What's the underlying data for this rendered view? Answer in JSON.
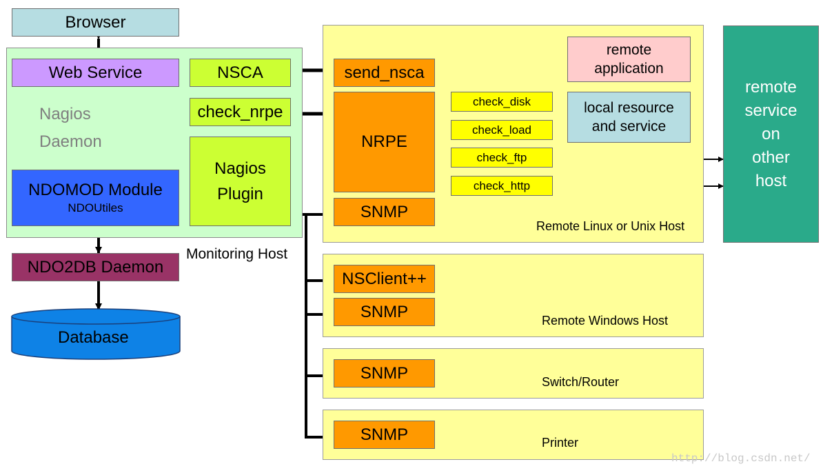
{
  "monitoring_host": {
    "browser": "Browser",
    "web_service": "Web Service",
    "nagios_daemon_line1": "Nagios",
    "nagios_daemon_line2": "Daemon",
    "nsca": "NSCA",
    "check_nrpe": "check_nrpe",
    "nagios_plugin_line1": "Nagios",
    "nagios_plugin_line2": "Plugin",
    "ndomod_module": "NDOMOD Module",
    "ndoutils": "NDOUtiles",
    "label": "Monitoring Host",
    "ndo2db_daemon": "NDO2DB Daemon",
    "database": "Database"
  },
  "linux_host": {
    "send_nsca": "send_nsca",
    "remote_application_line1": "remote",
    "remote_application_line2": "application",
    "nrpe": "NRPE",
    "check_disk": "check_disk",
    "check_load": "check_load",
    "check_ftp": "check_ftp",
    "check_http": "check_http",
    "local_resource_line1": "local resource",
    "local_resource_line2": "and service",
    "snmp": "SNMP",
    "label": "Remote Linux or Unix Host"
  },
  "remote_service": {
    "line1": "remote",
    "line2": "service",
    "line3": "on",
    "line4": "other",
    "line5": "host"
  },
  "windows_host": {
    "nsclient": "NSClient++",
    "snmp": "SNMP",
    "label": "Remote Windows Host"
  },
  "switch_router": {
    "snmp": "SNMP",
    "label": "Switch/Router"
  },
  "printer": {
    "snmp": "SNMP",
    "label": "Printer"
  },
  "watermark": "http://blog.csdn.net/",
  "colors": {
    "browser": "#b6dde2",
    "monitoring_panel": "#ccffcc",
    "web_service": "#cc99ff",
    "plugin_green": "#ccff33",
    "ndomod": "#3366ff",
    "ndo2db": "#993366",
    "database": "#0e82e6",
    "host_panel": "#ffff99",
    "orange": "#ff9900",
    "check_yellow": "#ffff00",
    "remote_app": "#ffcccc",
    "local_resource": "#b6dde2",
    "remote_service": "#2aaa8a"
  }
}
